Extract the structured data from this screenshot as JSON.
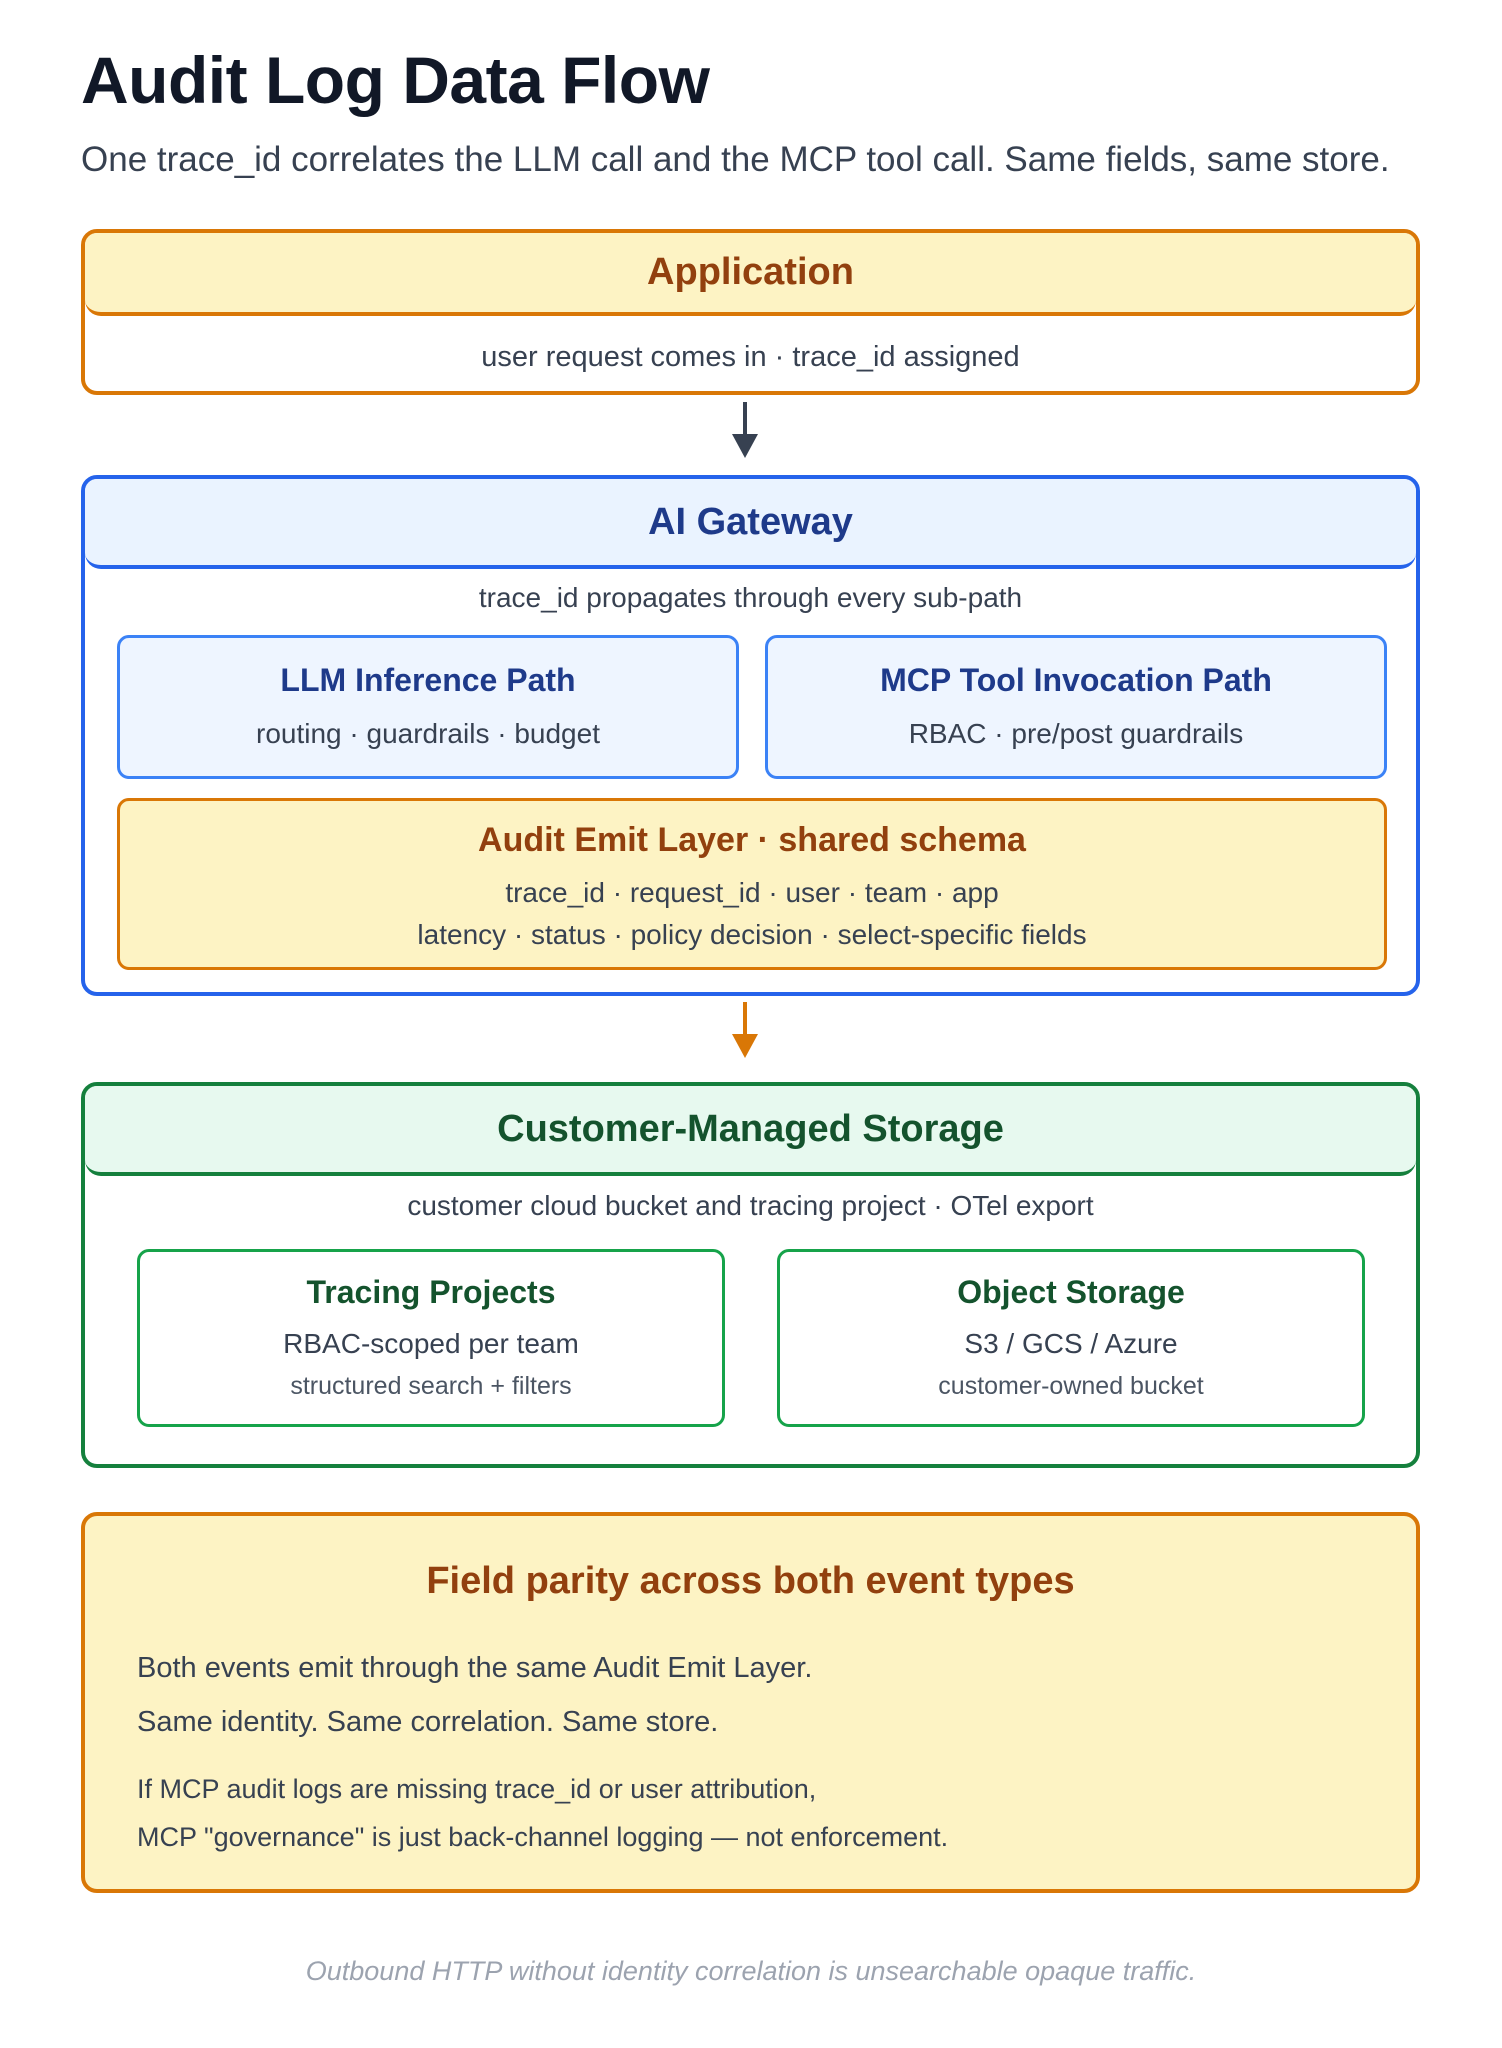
{
  "title": "Audit Log Data Flow",
  "subtitle": "One trace_id correlates the LLM call and the MCP tool call. Same fields, same store.",
  "application": {
    "title": "Application",
    "description": "user request comes in · trace_id assigned"
  },
  "gateway": {
    "title": "AI Gateway",
    "description": "trace_id propagates through every sub-path",
    "llm_path": {
      "title": "LLM Inference Path",
      "detail": "routing · guardrails · budget"
    },
    "mcp_path": {
      "title": "MCP Tool Invocation Path",
      "detail": "RBAC · pre/post guardrails"
    },
    "audit_emit": {
      "title": "Audit Emit Layer · shared schema",
      "line1": "trace_id · request_id · user · team · app",
      "line2": "latency · status · policy decision · select-specific fields"
    }
  },
  "storage": {
    "title": "Customer-Managed Storage",
    "description": "customer cloud bucket and tracing project · OTel export",
    "tracing": {
      "title": "Tracing Projects",
      "line1": "RBAC-scoped per team",
      "line2": "structured search + filters"
    },
    "object": {
      "title": "Object Storage",
      "line1": "S3 / GCS / Azure",
      "line2": "customer-owned bucket"
    }
  },
  "note": {
    "title": "Field parity across both event types",
    "line1": "Both events emit through the same Audit Emit Layer.",
    "line2": "Same identity. Same correlation. Same store.",
    "line3": "If MCP audit logs are missing trace_id or user attribution,",
    "line4": "MCP \"governance\" is just back-channel logging — not enforcement."
  },
  "footer": "Outbound HTTP without identity correlation is unsearchable opaque traffic.",
  "colors": {
    "arrow_primary": "#374151",
    "arrow_secondary": "#d97706"
  }
}
